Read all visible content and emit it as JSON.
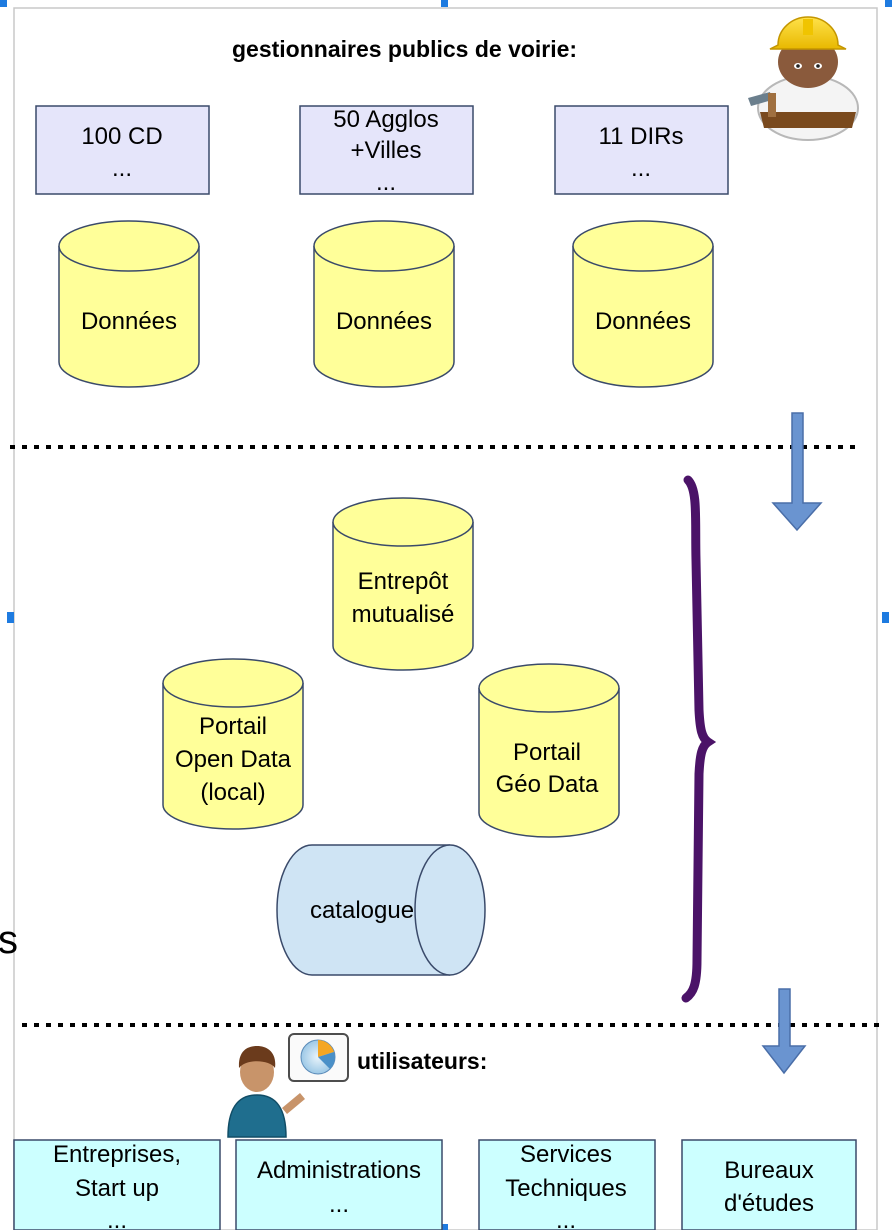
{
  "top_title": "gestionnaires publics de voirie:",
  "bottom_title": "utilisateurs:",
  "producer_boxes": [
    {
      "lines": [
        "100 CD",
        "..."
      ]
    },
    {
      "lines": [
        "50 Agglos",
        "+Villes",
        "..."
      ]
    },
    {
      "lines": [
        "11 DIRs",
        "..."
      ]
    }
  ],
  "data_cylinders": [
    "Données",
    "Données",
    "Données"
  ],
  "platform": {
    "warehouse": [
      "Entrepôt",
      "mutualisé"
    ],
    "open_data_portal": [
      "Portail",
      "Open Data",
      "(local)"
    ],
    "geo_portal": [
      "Portail",
      "Géo Data"
    ],
    "catalog": "catalogue"
  },
  "user_boxes": [
    {
      "lines": [
        "Entreprises,",
        "Start up",
        "..."
      ]
    },
    {
      "lines": [
        "Administrations",
        "..."
      ]
    },
    {
      "lines": [
        "Services",
        "Techniques",
        "..."
      ]
    },
    {
      "lines": [
        "Bureaux",
        "d'études"
      ]
    }
  ],
  "edge_fragment": "s",
  "colors": {
    "producer_box_fill": "#e5e5fa",
    "producer_box_stroke": "#3a4a6a",
    "cylinder_fill": "#ffff99",
    "catalog_fill": "#cfe4f4",
    "user_box_fill": "#ccffff",
    "arrow_fill": "#6a94d0",
    "brace_color": "#4b1368",
    "separator": "#000000"
  },
  "icons": [
    "worker-hardhat-icon",
    "user-presenter-icon",
    "pie-chart-board-icon"
  ]
}
